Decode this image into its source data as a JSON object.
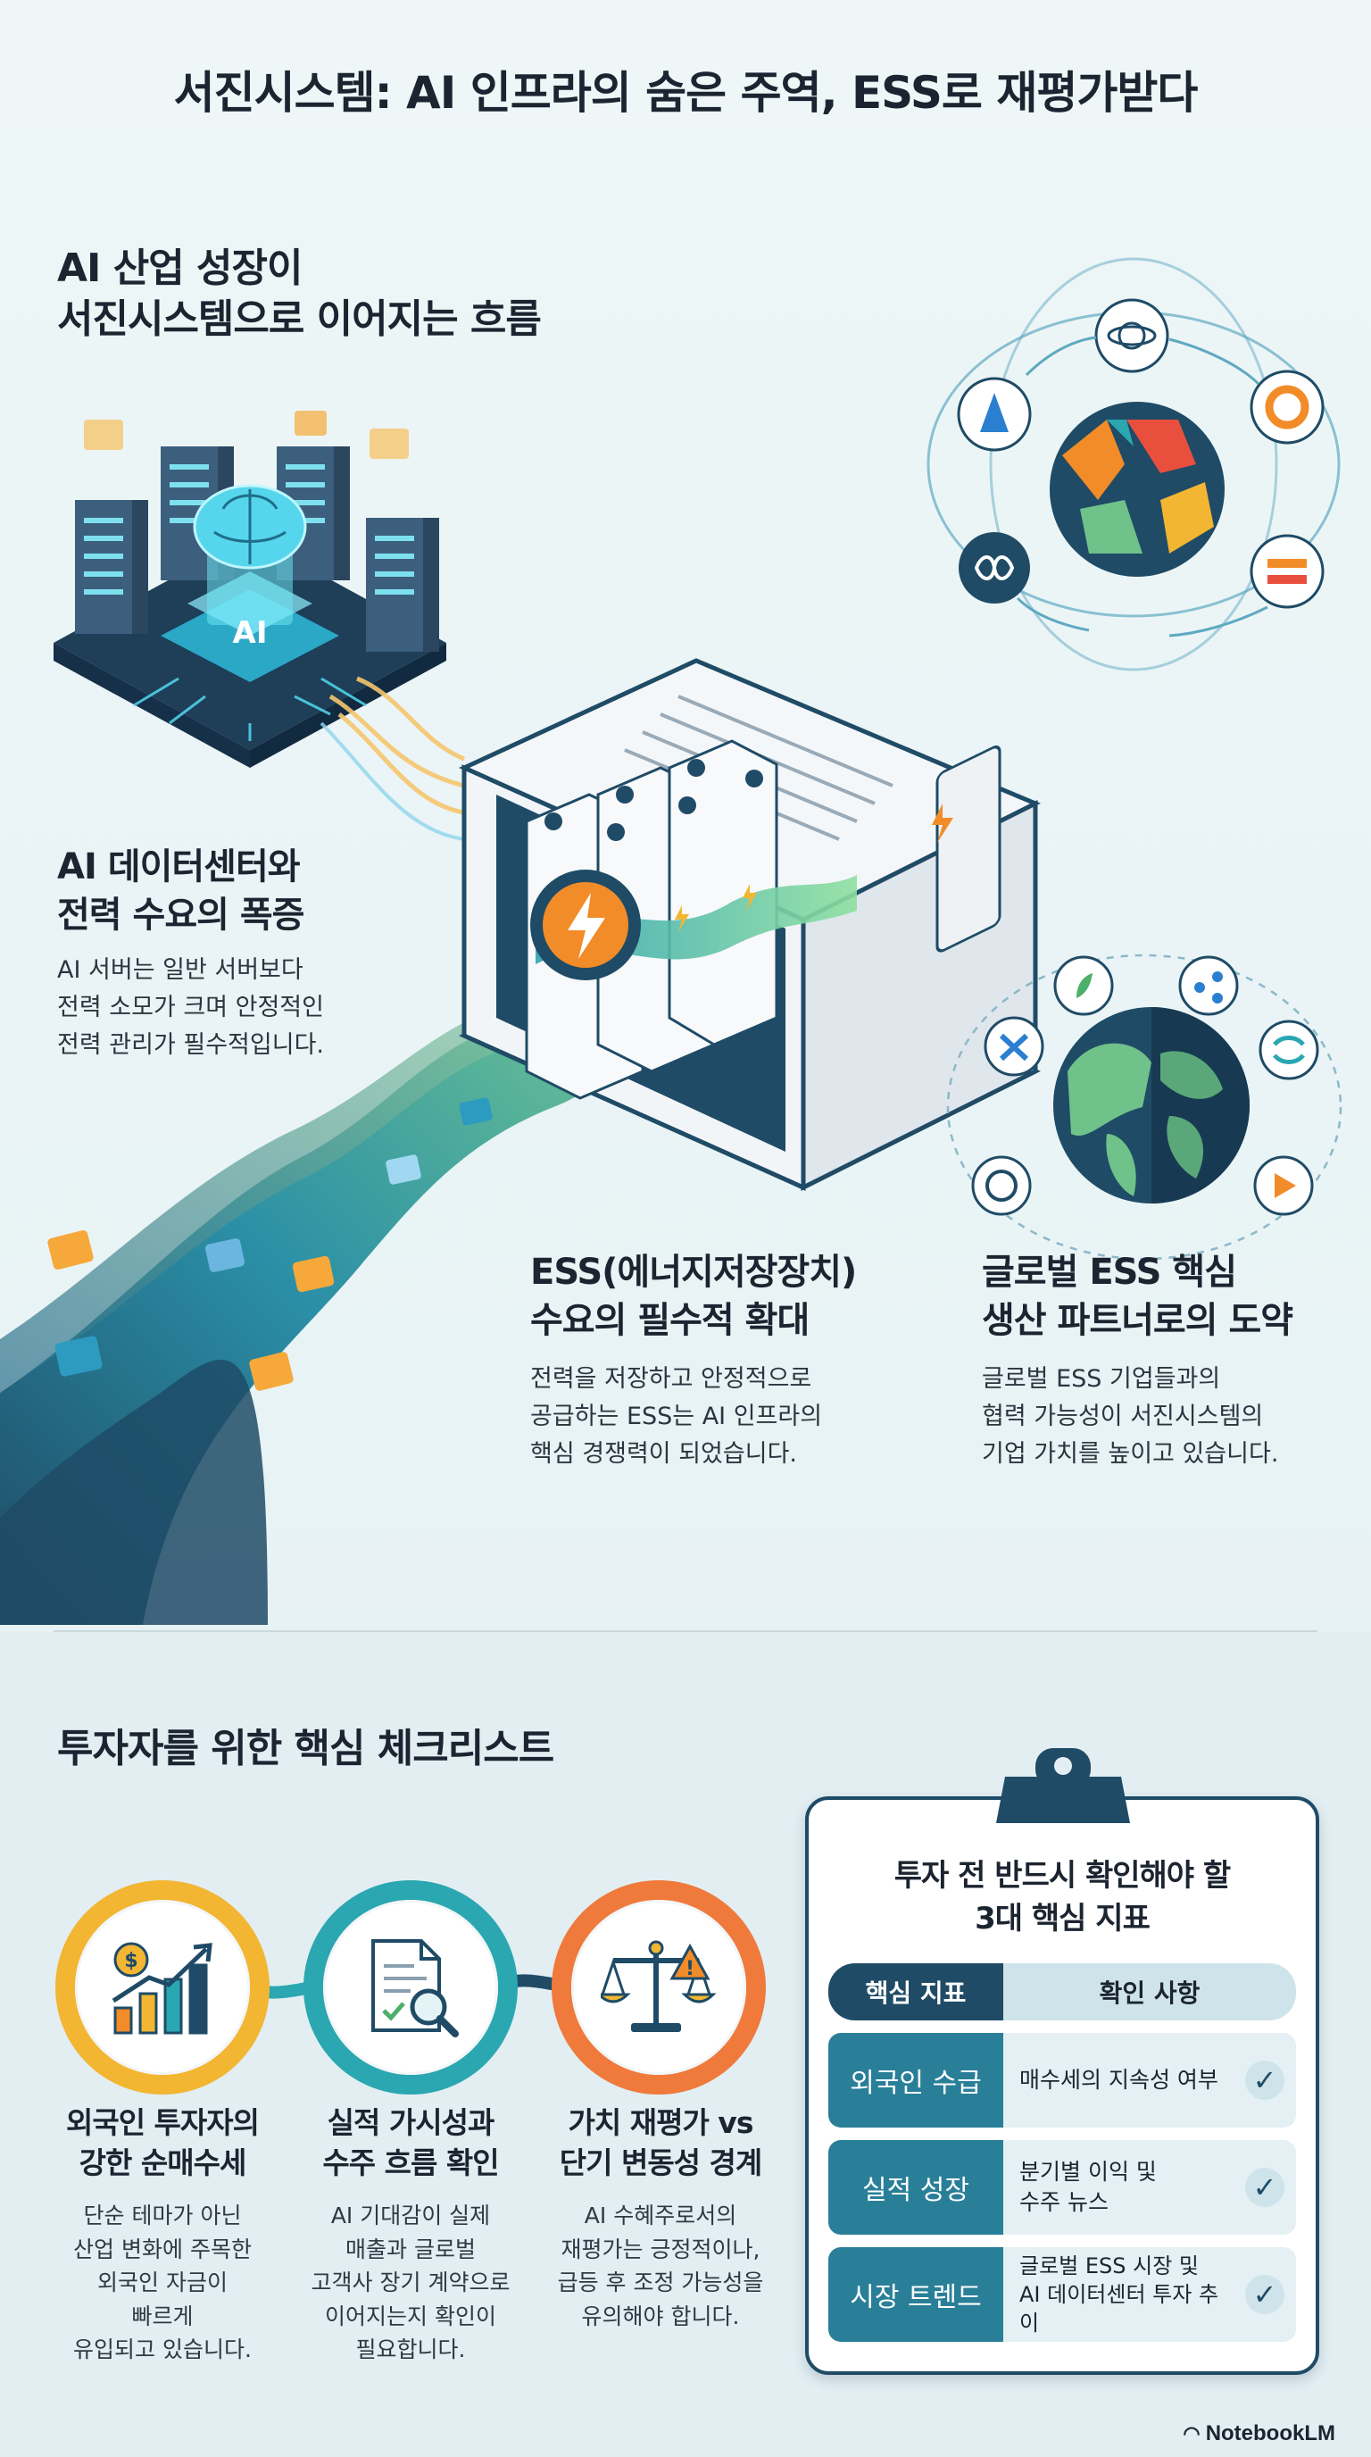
{
  "title": "서진시스템: AI 인프라의 숨은 주역, ESS로 재평가받다",
  "section1": {
    "heading_line1": "AI 산업 성장이",
    "heading_line2": "서진시스템으로 이어지는 흐름",
    "ai_chip_label": "AI"
  },
  "block_datacenter": {
    "title_line1": "AI 데이터센터와",
    "title_line2": "전력 수요의 폭증",
    "desc_line1": "AI 서버는 일반 서버보다",
    "desc_line2": "전력 소모가 크며 안정적인",
    "desc_line3": "전력 관리가 필수적입니다."
  },
  "block_ess": {
    "title_line1": "ESS(에너지저장장치)",
    "title_line2": "수요의 필수적 확대",
    "desc_line1": "전력을 저장하고 안정적으로",
    "desc_line2": "공급하는 ESS는 AI 인프라의",
    "desc_line3": "핵심 경쟁력이 되었습니다."
  },
  "block_global": {
    "title_line1": "글로벌 ESS 핵심",
    "title_line2": "생산 파트너로의 도약",
    "desc_line1": "글로벌 ESS 기업들과의",
    "desc_line2": "협력 가능성이 서진시스템의",
    "desc_line3": "기업 가치를 높이고 있습니다."
  },
  "checklist": {
    "heading": "투자자를 위한 핵심 체크리스트",
    "items": [
      {
        "title_line1": "외국인 투자자의",
        "title_line2": "강한 순매수세",
        "desc_lines": [
          "단순 테마가 아닌",
          "산업 변화에 주목한",
          "외국인 자금이",
          "빠르게",
          "유입되고 있습니다."
        ],
        "ring_color": "#f2b632",
        "icon": "growth-chart-dollar-icon"
      },
      {
        "title_line1": "실적 가시성과",
        "title_line2": "수주 흐름 확인",
        "desc_lines": [
          "AI 기대감이 실제",
          "매출과 글로벌",
          "고객사 장기 계약으로",
          "이어지는지 확인이",
          "필요합니다."
        ],
        "ring_color": "#2aa7b0",
        "icon": "document-magnifier-icon"
      },
      {
        "title_line1": "가치 재평가 vs",
        "title_line2": "단기 변동성 경계",
        "desc_lines": [
          "AI 수혜주로서의",
          "재평가는 긍정적이나,",
          "급등 후 조정 가능성을",
          "유의해야 합니다."
        ],
        "ring_color": "#ef7a3c",
        "icon": "balance-scale-warning-icon"
      }
    ]
  },
  "clipboard": {
    "title_line1": "투자 전 반드시 확인해야 할",
    "title_line2": "3대 핵심 지표",
    "col1_header": "핵심 지표",
    "col2_header": "확인 사항",
    "rows": [
      {
        "indicator": "외국인 수급",
        "check_line1": "매수세의 지속성 여부",
        "check_line2": ""
      },
      {
        "indicator": "실적 성장",
        "check_line1": "분기별 이익 및",
        "check_line2": "수주 뉴스"
      },
      {
        "indicator": "시장 트렌드",
        "check_line1": "글로벌 ESS 시장 및",
        "check_line2": "AI 데이터센터 투자 추이"
      }
    ]
  },
  "footer": {
    "brand": "NotebookLM"
  },
  "colors": {
    "navy": "#1f4b66",
    "teal": "#2a7f98",
    "orange": "#f28c28",
    "yellow": "#f2b632",
    "green": "#6fc28a"
  }
}
